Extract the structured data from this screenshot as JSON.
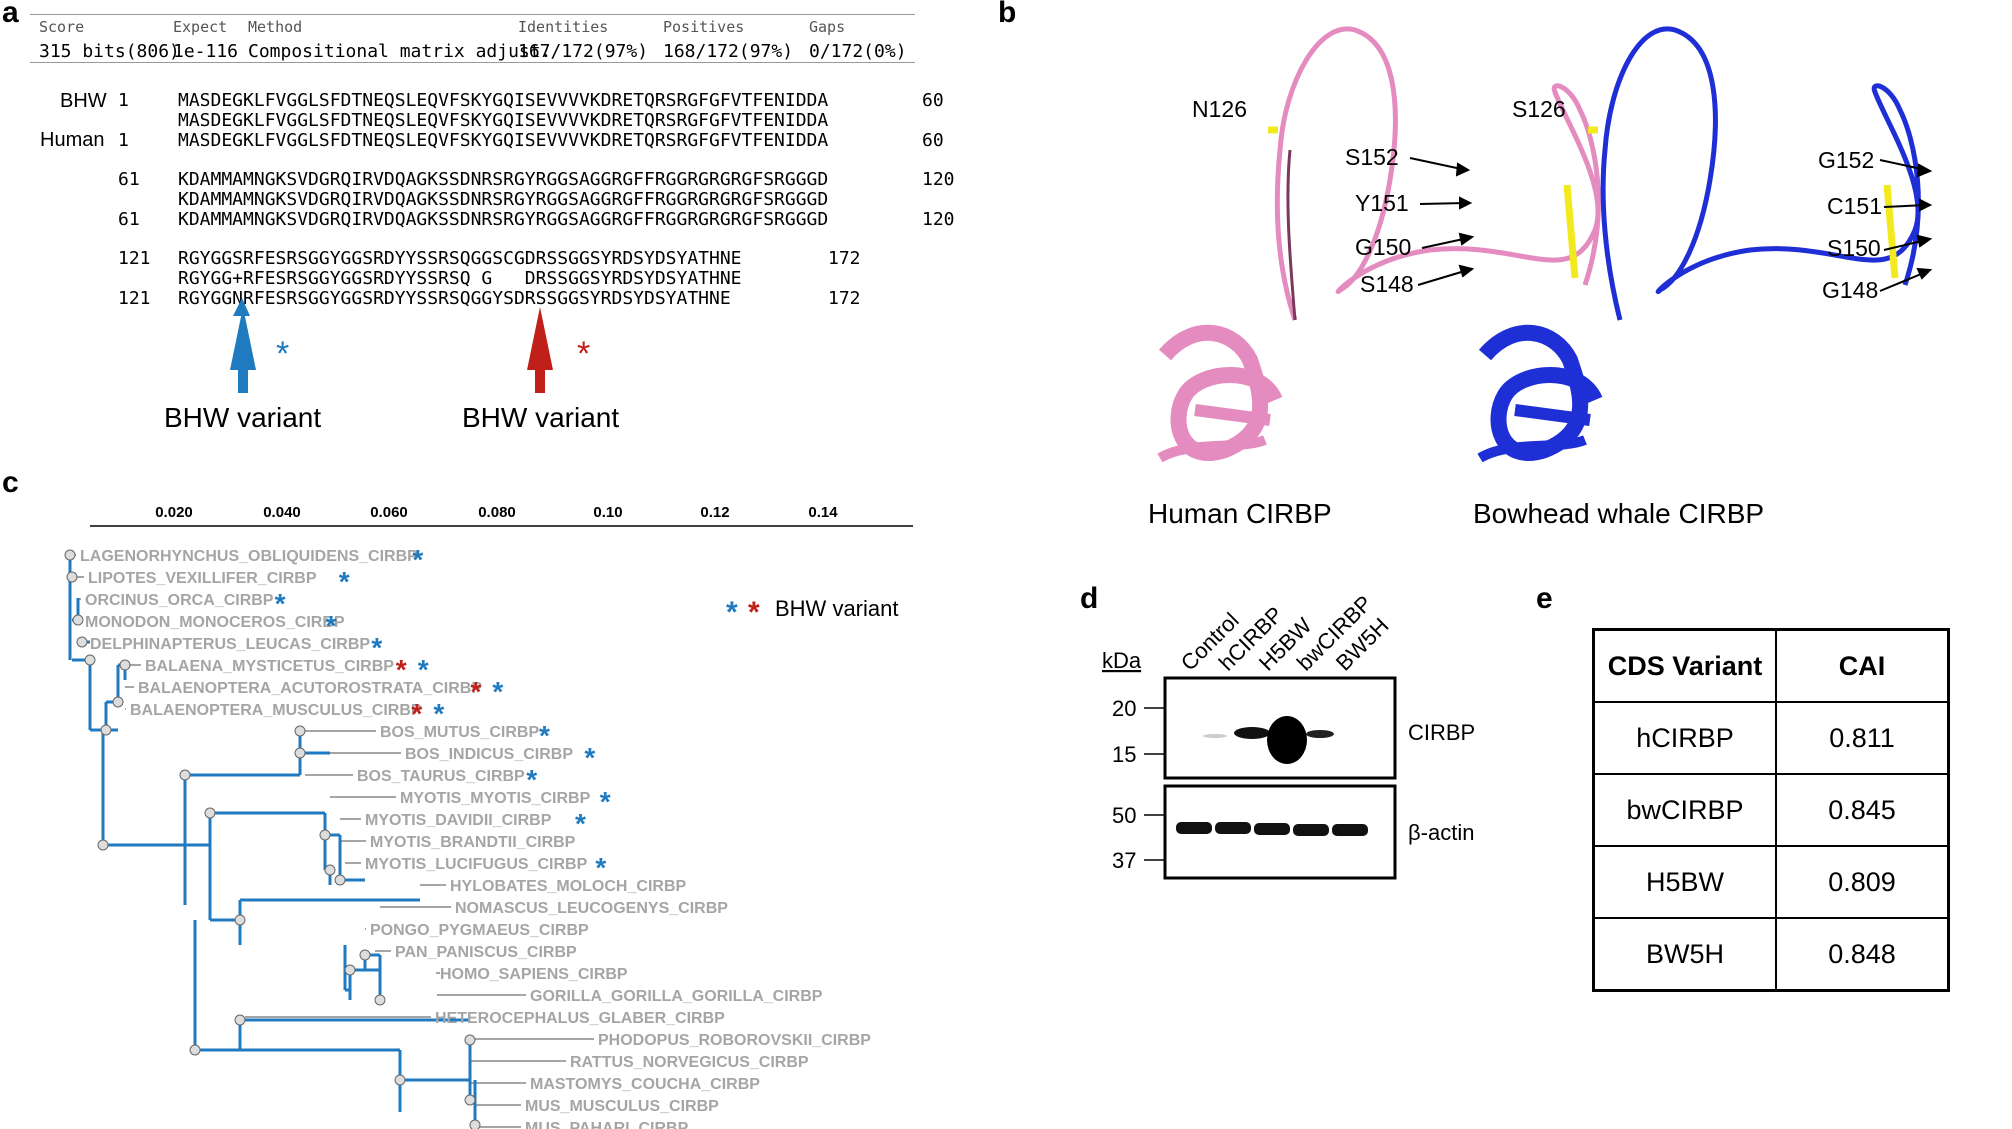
{
  "panels": {
    "a": "a",
    "b": "b",
    "c": "c",
    "d": "d",
    "e": "e"
  },
  "blast": {
    "headers": [
      "Score",
      "Expect",
      "Method",
      "Identities",
      "Positives",
      "Gaps"
    ],
    "values": [
      "315 bits(806)",
      "1e-116",
      "Compositional matrix adjust.",
      "167/172(97%)",
      "168/172(97%)",
      "0/172(0%)"
    ]
  },
  "alignment": {
    "names": [
      "BHW",
      "Human"
    ],
    "blocks": [
      {
        "start_q": "1",
        "q": "MASDEGKLFVGGLSFDTNEQSLEQVFSKYGQISEVVVVKDRETQRSRGFGFVTFENIDDA",
        "end_q": "60",
        "m": "MASDEGKLFVGGLSFDTNEQSLEQVFSKYGQISEVVVVKDRETQRSRGFGFVTFENIDDA",
        "start_s": "1",
        "s": "MASDEGKLFVGGLSFDTNEQSLEQVFSKYGQISEVVVVKDRETQRSRGFGFVTFENIDDA",
        "end_s": "60"
      },
      {
        "start_q": "61",
        "q": "KDAMMAMNGKSVDGRQIRVDQAGKSSDNRSRGYRGGSAGGRGFFRGGRGRGRGFSRGGGD",
        "end_q": "120",
        "m": "KDAMMAMNGKSVDGRQIRVDQAGKSSDNRSRGYRGGSAGGRGFFRGGRGRGRGFSRGGGD",
        "start_s": "61",
        "s": "KDAMMAMNGKSVDGRQIRVDQAGKSSDNRSRGYRGGSAGGRGFFRGGRGRGRGFSRGGGD",
        "end_s": "120"
      },
      {
        "start_q": "121",
        "q": "RGYGGSRFESRSGGYGGSRDYYSSRSQGGSCGDRSSGGSYRDSYDSYATHNE",
        "end_q": "172",
        "m": "RGYGG+RFESRSGGYGGSRDYYSSRSQ G   DRSSGGSYRDSYDSYATHNE",
        "start_s": "121",
        "s": "RGYGGNRFESRSGGYGGSRDYYSSRSQGGYSDRSSGGSYRDSYDSYATHNE",
        "end_s": "172"
      }
    ],
    "variant_label": "BHW variant",
    "star": "*"
  },
  "tree": {
    "axis_ticks": [
      "0.020",
      "0.040",
      "0.060",
      "0.080",
      "0.10",
      "0.12",
      "0.14"
    ],
    "legend_text": "BHW variant",
    "taxa": [
      "LAGENORHYNCHUS_OBLIQUIDENS_CIRBP",
      "LIPOTES_VEXILLIFER_CIRBP",
      "ORCINUS_ORCA_CIRBP",
      "MONODON_MONOCEROS_CIRBP",
      "DELPHINAPTERUS_LEUCAS_CIRBP",
      "BALAENA_MYSTICETUS_CIRBP",
      "BALAENOPTERA_ACUTOROSTRATA_CIRBP",
      "BALAENOPTERA_MUSCULUS_CIRBP",
      "BOS_MUTUS_CIRBP",
      "BOS_INDICUS_CIRBP",
      "BOS_TAURUS_CIRBP",
      "MYOTIS_MYOTIS_CIRBP",
      "MYOTIS_DAVIDII_CIRBP",
      "MYOTIS_BRANDTII_CIRBP",
      "MYOTIS_LUCIFUGUS_CIRBP",
      "HYLOBATES_MOLOCH_CIRBP",
      "NOMASCUS_LEUCOGENYS_CIRBP",
      "PONGO_PYGMAEUS_CIRBP",
      "PAN_PANISCUS_CIRBP",
      "HOMO_SAPIENS_CIRBP",
      "GORILLA_GORILLA_GORILLA_CIRBP",
      "HETEROCEPHALUS_GLABER_CIRBP",
      "PHODOPUS_ROBOROVSKII_CIRBP",
      "RATTUS_NORVEGICUS_CIRBP",
      "MASTOMYS_COUCHA_CIRBP",
      "MUS_MUSCULUS_CIRBP",
      "MUS_PAHARI_CIRBP"
    ],
    "stars": [
      [
        "blue"
      ],
      [
        "blue"
      ],
      [
        "blue"
      ],
      [
        "blue"
      ],
      [
        "blue"
      ],
      [
        "red",
        "blue"
      ],
      [
        "red",
        "blue"
      ],
      [
        "red",
        "blue"
      ],
      [
        "blue"
      ],
      [
        "blue"
      ],
      [
        "blue"
      ],
      [
        "blue"
      ],
      [
        "blue"
      ],
      [],
      [
        "blue"
      ],
      [],
      [],
      [],
      [],
      [],
      [],
      [],
      [],
      [],
      [],
      [],
      []
    ],
    "colors": {
      "blue": "#1f7ac0",
      "red": "#c0201a",
      "gray": "#a5a5a5"
    }
  },
  "structures": {
    "human": {
      "caption": "Human CIRBP",
      "labels": [
        "N126",
        "S152",
        "Y151",
        "G150",
        "S148"
      ],
      "color": "#e48bc0"
    },
    "whale": {
      "caption": "Bowhead whale CIRBP",
      "labels": [
        "S126",
        "G152",
        "C151",
        "S150",
        "G148"
      ],
      "color": "#1f2fd6"
    }
  },
  "western": {
    "unit": "kDa",
    "lanes": [
      "Control",
      "hCIRBP",
      "H5BW",
      "bwCIRBP",
      "BW5H"
    ],
    "markers_top": [
      "20",
      "15"
    ],
    "markers_bottom": [
      "50",
      "37"
    ],
    "bands": [
      "CIRBP",
      "β-actin"
    ]
  },
  "cai_table": {
    "headers": [
      "CDS Variant",
      "CAI"
    ],
    "rows": [
      [
        "hCIRBP",
        "0.811"
      ],
      [
        "bwCIRBP",
        "0.845"
      ],
      [
        "H5BW",
        "0.809"
      ],
      [
        "BW5H",
        "0.848"
      ]
    ]
  }
}
